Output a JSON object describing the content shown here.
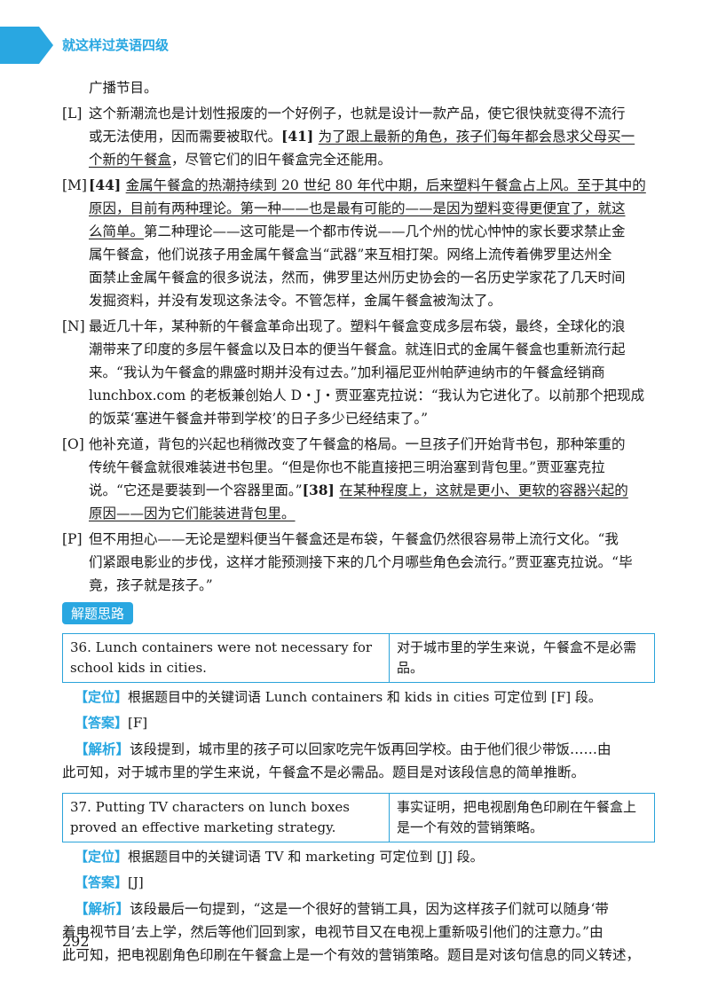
{
  "header": {
    "title": "就这样过英语四级"
  },
  "passage": {
    "top_line": "广播节目。",
    "paras": [
      {
        "label": "[L]",
        "lines": [
          [
            {
              "t": "这个新潮流也是计划性报废的一个好例子，也就是设计一款产品，使它很快就变得不流行"
            }
          ],
          [
            {
              "t": "或无法使用，因而需要被取代。"
            },
            {
              "t": "[41] ",
              "b": true
            },
            {
              "t": "为了跟上最新的角色，孩子们每年都会恳求父母买一",
              "u": true
            }
          ],
          [
            {
              "t": "个新的午餐盒",
              "u": true
            },
            {
              "t": "，尽管它们的旧午餐盒完全还能用。"
            }
          ]
        ]
      },
      {
        "label": "[M]",
        "lines": [
          [
            {
              "t": "[44] ",
              "b": true
            },
            {
              "t": "金属午餐盒的热潮持续到 20 世纪 80 年代中期，后来塑料午餐盒占上风。至于其中的",
              "u": true
            }
          ],
          [
            {
              "t": "原因，目前有两种理论。第一种——也是最有可能的——是因为塑料变得更便宜了，就这",
              "u": true
            }
          ],
          [
            {
              "t": "么简单。",
              "u": true
            },
            {
              "t": "第二种理论——这可能是一个都市传说——几个州的忧心忡忡的家长要求禁止金"
            }
          ],
          [
            {
              "t": "属午餐盒，他们说孩子用金属午餐盒当“武器”来互相打架。网络上流传着佛罗里达州全"
            }
          ],
          [
            {
              "t": "面禁止金属午餐盒的很多说法，然而，佛罗里达州历史协会的一名历史学家花了几天时间"
            }
          ],
          [
            {
              "t": "发掘资料，并没有发现这条法令。不管怎样，金属午餐盒被淘汰了。"
            }
          ]
        ]
      },
      {
        "label": "[N]",
        "lines": [
          [
            {
              "t": "最近几十年，某种新的午餐盒革命出现了。塑料午餐盒变成多层布袋，最终，全球化的浪"
            }
          ],
          [
            {
              "t": "潮带来了印度的多层午餐盒以及日本的便当午餐盒。就连旧式的金属午餐盒也重新流行起"
            }
          ],
          [
            {
              "t": "来。“我认为午餐盒的鼎盛时期并没有过去。”加利福尼亚州帕萨迪纳市的午餐盒经销商"
            }
          ],
          [
            {
              "t": "lunchbox.com 的老板兼创始人 D・J・贾亚塞克拉说：“我认为它进化了。以前那个把现成"
            }
          ],
          [
            {
              "t": "的饭菜‘塞进午餐盒并带到学校’的日子多少已经结束了。”"
            }
          ]
        ]
      },
      {
        "label": "[O]",
        "lines": [
          [
            {
              "t": "他补充道，背包的兴起也稍微改变了午餐盒的格局。一旦孩子们开始背书包，那种笨重的"
            }
          ],
          [
            {
              "t": "传统午餐盒就很难装进书包里。“但是你也不能直接把三明治塞到背包里。”贾亚塞克拉"
            }
          ],
          [
            {
              "t": "说。“它还是要装到一个容器里面。”"
            },
            {
              "t": "[38] ",
              "b": true
            },
            {
              "t": "在某种程度上，这就是更小、更软的容器兴起的",
              "u": true
            }
          ],
          [
            {
              "t": "原因——因为它们能装进背包里。",
              "u": true
            }
          ]
        ]
      },
      {
        "label": "[P]",
        "lines": [
          [
            {
              "t": "但不用担心——无论是塑料便当午餐盒还是布袋，午餐盒仍然很容易带上流行文化。“我"
            }
          ],
          [
            {
              "t": "们紧跟电影业的步伐，这样才能预测接下来的几个月哪些角色会流行。”贾亚塞克拉说。“毕"
            }
          ],
          [
            {
              "t": "竟，孩子就是孩子。”"
            }
          ]
        ]
      }
    ]
  },
  "section_tag": "解题思路",
  "questions": [
    {
      "en": "36. Lunch containers were not necessary for school kids in cities.",
      "zh": "对于城市里的学生来说，午餐盒不是必需品。",
      "locate_label": "【定位】",
      "locate": "根据题目中的关键词语 Lunch containers 和 kids in cities 可定位到 [F] 段。",
      "answer_label": "【答案】",
      "answer": "[F]",
      "analysis_label": "【解析】",
      "analysis_lines": [
        "该段提到，城市里的孩子可以回家吃完午饭再回学校。由于他们很少带饭……由",
        "此可知，对于城市里的学生来说，午餐盒不是必需品。题目是对该段信息的简单推断。"
      ]
    },
    {
      "en": "37. Putting TV characters on lunch boxes proved an effective marketing strategy.",
      "zh": "事实证明，把电视剧角色印刷在午餐盒上是一个有效的营销策略。",
      "locate_label": "【定位】",
      "locate": "根据题目中的关键词语 TV 和 marketing 可定位到 [J] 段。",
      "answer_label": "【答案】",
      "answer": "[J]",
      "analysis_label": "【解析】",
      "analysis_lines": [
        "该段最后一句提到，“这是一个很好的营销工具，因为这样孩子们就可以随身‘带",
        "着电视节目’去上学，然后等他们回到家，电视节目又在电视上重新吸引他们的注意力。”由",
        "此可知，把电视剧角色印刷在午餐盒上是一个有效的营销策略。题目是对该句信息的同义转述，"
      ]
    }
  ],
  "page_number": "292"
}
